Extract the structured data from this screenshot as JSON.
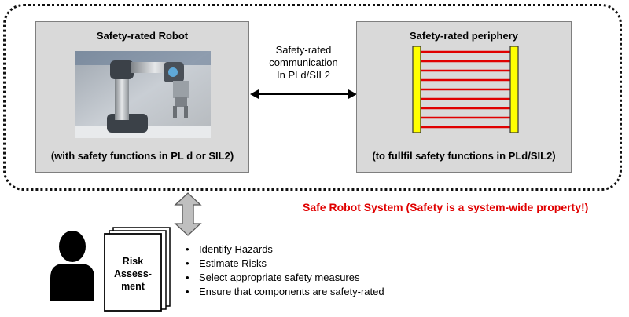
{
  "robot": {
    "title": "Safety-rated Robot",
    "caption": "(with safety functions in PL d or SIL2)"
  },
  "communication": {
    "line1": "Safety-rated",
    "line2": "communication",
    "line3": "In PLd/SIL2"
  },
  "periphery": {
    "title": "Safety-rated periphery",
    "caption": "(to fullfil safety functions in PLd/SIL2)"
  },
  "system_label": "Safe Robot System (Safety is a system-wide property!)",
  "document": {
    "line1": "Risk",
    "line2": "Assess-",
    "line3": "ment"
  },
  "steps": [
    "Identify Hazards",
    "Estimate Risks",
    "Select appropriate safety measures",
    "Ensure that components are safety-rated"
  ],
  "colors": {
    "box_fill": "#d9d9d9",
    "system_label": "#e00000",
    "curtain_beam": "#e00000",
    "curtain_post": "#ffff00",
    "arrow_fill": "#bfbfbf"
  },
  "icons": [
    "robot-arm-photo",
    "light-curtain-icon",
    "double-arrow-icon",
    "up-down-arrow-icon",
    "person-icon",
    "document-stack-icon"
  ]
}
